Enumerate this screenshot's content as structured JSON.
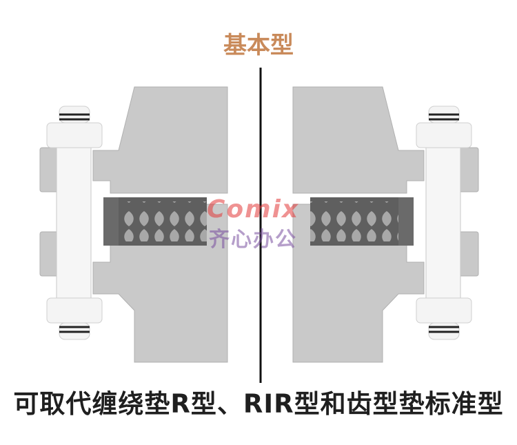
{
  "title": "基本型",
  "caption": "可取代缠绕垫R型、RIR型和齿型垫标准型",
  "watermark": {
    "brand": "Comix",
    "subtitle": "齐心办公"
  },
  "colors": {
    "title": "#c98a5a",
    "caption": "#1f1f1f",
    "flange": "#c9c9c9",
    "flange_edge": "#a9a9a9",
    "gasket": "#5f5f5f",
    "gasket_core": "#9a9a9a",
    "bolt": "#f4f4f4",
    "divider": "#111111",
    "watermark_red": "#e23a3a",
    "watermark_purple": "#7a4fa0"
  },
  "icons": [
    "bolt-nut-icon",
    "flange-icon",
    "gasket-icon"
  ]
}
